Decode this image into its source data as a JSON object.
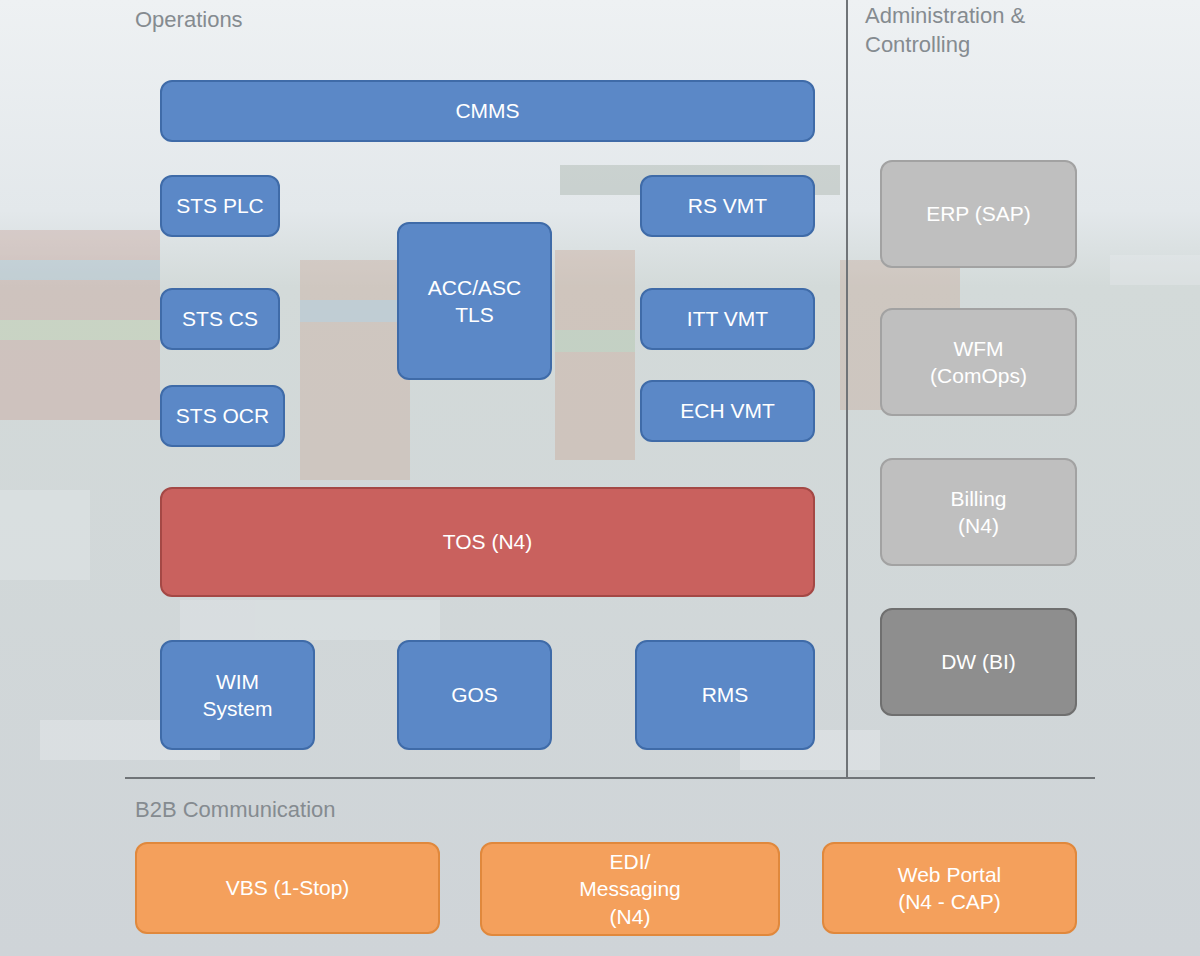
{
  "diagram": {
    "nodes": [
      {
        "text": [
          "CMMS"
        ]
      },
      {
        "text": [
          "STS PLC"
        ]
      },
      {
        "text": [
          "STS CS"
        ]
      },
      {
        "text": [
          "STS OCR"
        ]
      },
      {
        "text": [
          "ACC/ASC TLS"
        ]
      },
      {
        "text": [
          "RS VMT"
        ]
      },
      {
        "text": [
          "ITT VMT"
        ]
      },
      {
        "text": [
          "ECH VMT"
        ]
      },
      {
        "text": [
          "TOS (N4)"
        ]
      },
      {
        "text": [
          "WIM System"
        ]
      },
      {
        "text": [
          "GOS"
        ]
      },
      {
        "text": [
          "RMS"
        ]
      },
      {
        "text": [
          "ERP (SAP)"
        ]
      },
      {
        "text": [
          "WFM (ComOps)"
        ]
      },
      {
        "text": [
          "Billing (N4)"
        ]
      },
      {
        "text": [
          "DW (BI)"
        ]
      },
      {
        "text": [
          "VBS (1-Stop)"
        ]
      },
      {
        "text": [
          "EDI/ Messaging (N4)"
        ]
      },
      {
        "text": [
          "Web Portal (N4 - CAP)"
        ]
      }
    ],
    "labels": [
      "Operations",
      "Administration & Controlling",
      "B2B Communication"
    ]
  }
}
